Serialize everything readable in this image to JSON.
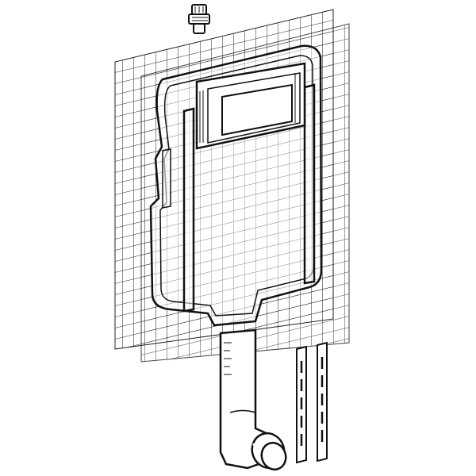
{
  "drawing": {
    "subject": "concealed-cistern-installation-diagram",
    "colors": {
      "line": "#1a1a1a",
      "background": "#ffffff"
    },
    "parts": [
      "connector-valve",
      "mesh-panel-back",
      "mesh-panel-front",
      "cistern-frame",
      "actuator-opening",
      "flush-pipe",
      "pipe-elbow",
      "mounting-strip-left",
      "mounting-strip-right"
    ]
  }
}
